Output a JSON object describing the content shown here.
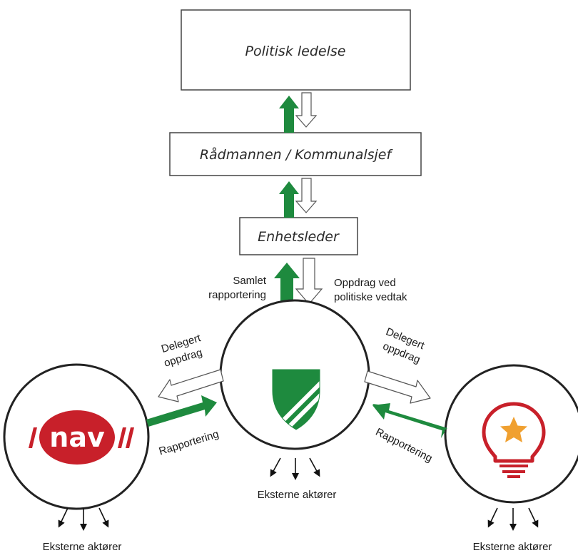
{
  "boxes": {
    "political": "Politisk ledelse",
    "chief": "Rådmannen / Kommunalsjef",
    "unit": "Enhetsleder"
  },
  "center_labels": {
    "report_line1": "Samlet",
    "report_line2": "rapportering",
    "assign_line1": "Oppdrag ved",
    "assign_line2": "politiske vedtak"
  },
  "left_labels": {
    "delegated_line1": "Delegert",
    "delegated_line2": "oppdrag",
    "reporting": "Rapportering"
  },
  "right_labels": {
    "delegated_line1": "Delegert",
    "delegated_line2": "oppdrag",
    "reporting": "Rapportering"
  },
  "nav_logo_text": "nav",
  "external": {
    "center": "Eksterne aktører",
    "left": "Eksterne aktører",
    "right": "Eksterne aktører"
  },
  "colors": {
    "green": "#1e8a3e",
    "nav_red": "#c8202a",
    "bulb_red": "#c8202a",
    "star_orange": "#f0a030",
    "shield_green": "#1e8a3e"
  },
  "icons": [
    "nav-logo-icon",
    "municipal-shield-icon",
    "lightbulb-star-icon"
  ]
}
